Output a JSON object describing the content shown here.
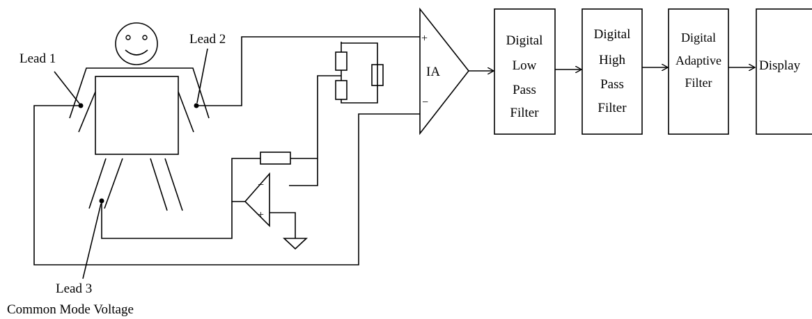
{
  "labels": {
    "lead1": "Lead 1",
    "lead2": "Lead 2",
    "lead3": "Lead 3",
    "common_mode": "Common Mode Voltage",
    "ia": "IA",
    "plus": "+",
    "minus": "−"
  },
  "blocks": [
    {
      "lines": [
        "Digital",
        "Low",
        "Pass",
        "Filter"
      ]
    },
    {
      "lines": [
        "Digital",
        "High",
        "Pass",
        "Filter"
      ]
    },
    {
      "lines": [
        "Digital",
        "Adaptive",
        "Filter"
      ]
    },
    {
      "lines": [
        "Display"
      ]
    }
  ]
}
